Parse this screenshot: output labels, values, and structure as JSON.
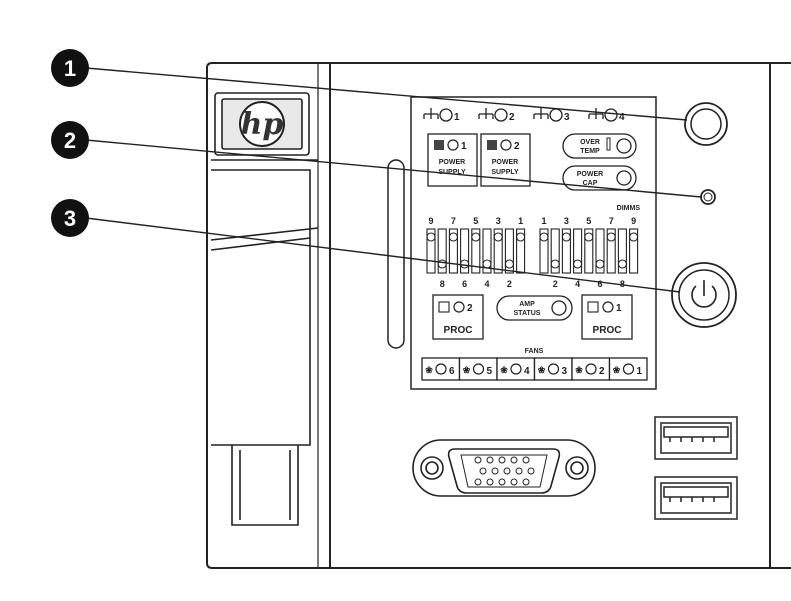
{
  "callouts": [
    "1",
    "2",
    "3"
  ],
  "logo": "hp",
  "nic_labels": [
    "1",
    "2",
    "3",
    "4"
  ],
  "power_supplies": [
    {
      "num": "1",
      "line1": "POWER",
      "line2": "SUPPLY"
    },
    {
      "num": "2",
      "line1": "POWER",
      "line2": "SUPPLY"
    }
  ],
  "over_temp": {
    "line1": "OVER",
    "line2": "TEMP"
  },
  "power_cap": {
    "line1": "POWER",
    "line2": "CAP"
  },
  "dimms": {
    "title": "DIMMS",
    "left_top": [
      "9",
      "7",
      "5",
      "3",
      "1"
    ],
    "left_bottom": [
      "8",
      "6",
      "4",
      "2"
    ],
    "right_top": [
      "1",
      "3",
      "5",
      "7",
      "9"
    ],
    "right_bottom": [
      "2",
      "4",
      "6",
      "8"
    ]
  },
  "procs": [
    {
      "num": "2",
      "label": "PROC"
    },
    {
      "num": "1",
      "label": "PROC"
    }
  ],
  "amp_status": {
    "line1": "AMP",
    "line2": "STATUS"
  },
  "fans": {
    "title": "FANS",
    "items": [
      "6",
      "5",
      "4",
      "3",
      "2",
      "1"
    ]
  }
}
